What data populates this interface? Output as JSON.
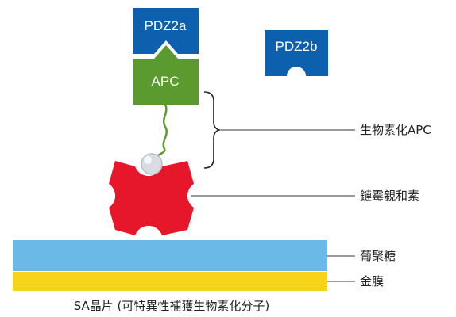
{
  "blocks": {
    "pdz2a": "PDZ2a",
    "pdz2b": "PDZ2b",
    "apc": "APC"
  },
  "callouts": {
    "biotinylated_apc": "生物素化APC",
    "streptavidin": "鏈霉親和素",
    "dextran": "葡聚糖",
    "gold_film": "金膜"
  },
  "caption": "SA晶片 (可特異性補獲生物素化分子)",
  "colors": {
    "pdz_blue": "#0c60ad",
    "apc_green": "#5a9a2e",
    "streptavidin_red": "#e6162b",
    "dextran_blue": "#6bb9e6",
    "gold_yellow": "#f7d417",
    "biotin_ball": "#d9dde3"
  }
}
